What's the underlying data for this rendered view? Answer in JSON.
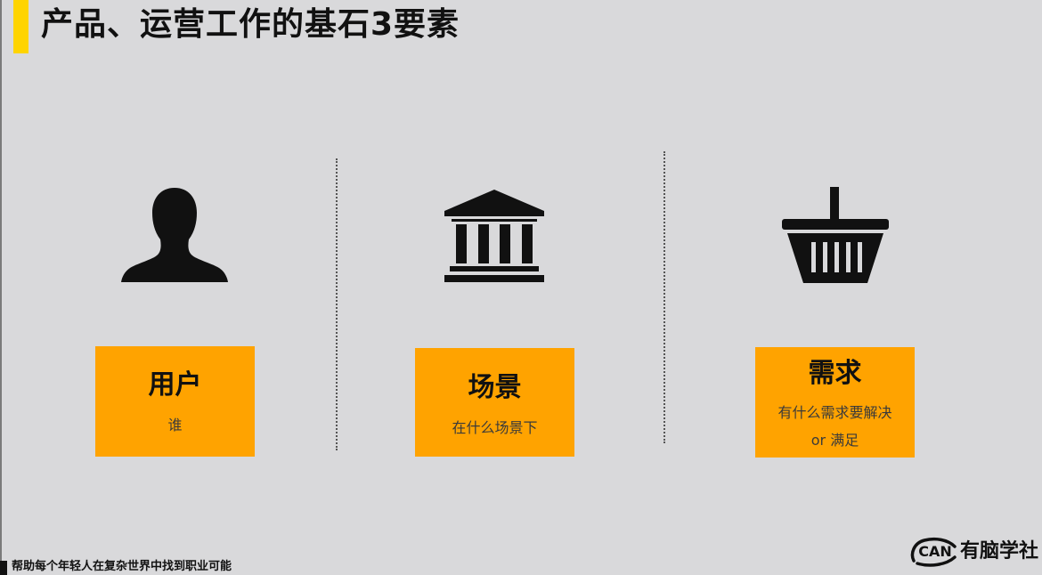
{
  "header": {
    "title": "产品、运营工作的基石3要素"
  },
  "elements": [
    {
      "icon": "person-silhouette-icon",
      "title": "用户",
      "subtitle": "谁"
    },
    {
      "icon": "building-columns-icon",
      "title": "场景",
      "subtitle": "在什么场景下"
    },
    {
      "icon": "shopping-basket-icon",
      "title": "需求",
      "subtitle": "有什么需求要解决",
      "subtitle2": "or 满足"
    }
  ],
  "logo": {
    "mark_text": "CAN",
    "name": "有脑学社"
  },
  "footer": {
    "slogan": "帮助每个年轻人在复杂世界中找到职业可能"
  },
  "colors": {
    "background": "#d9d9db",
    "accent_yellow": "#ffd400",
    "card_orange": "#ffa300",
    "icon_black": "#111111"
  }
}
